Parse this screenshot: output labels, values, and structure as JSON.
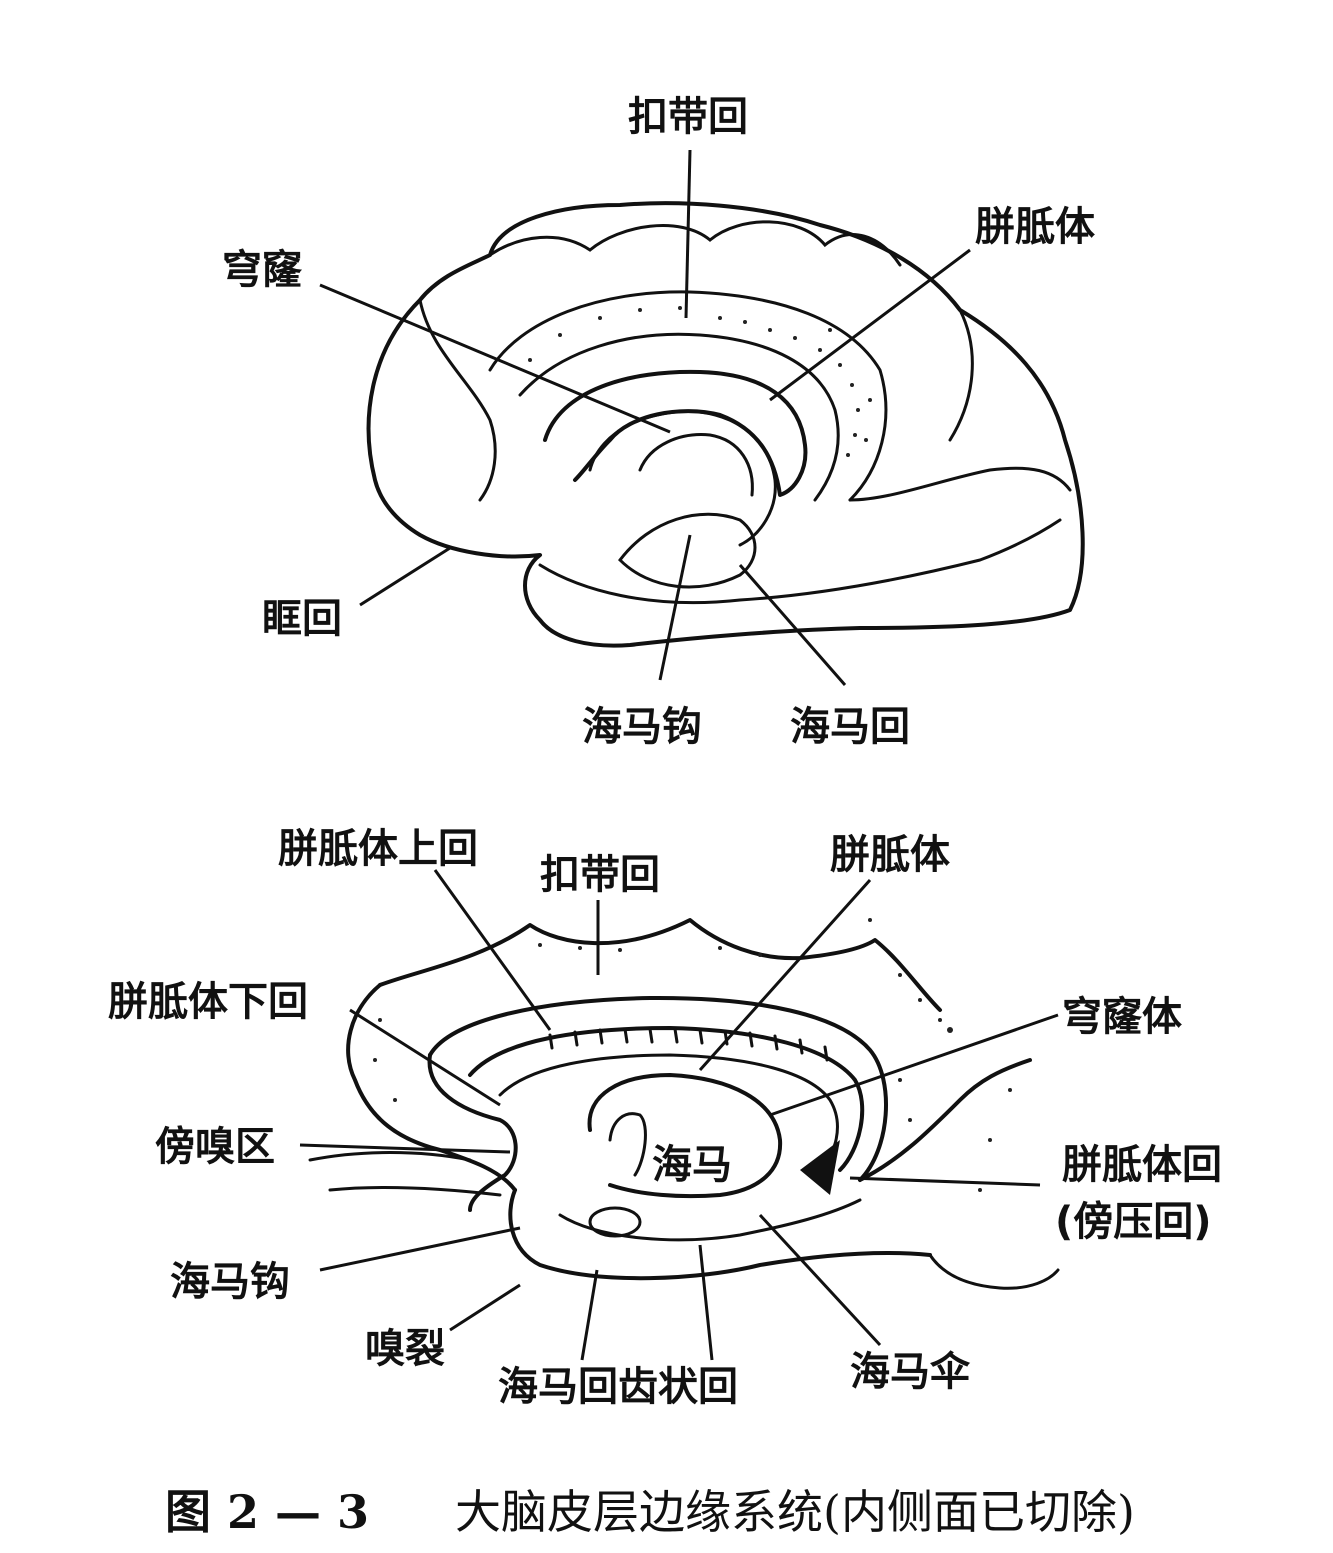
{
  "top_diagram": {
    "labels": {
      "cingulate_gyrus": "扣带回",
      "corpus_callosum": "胼胝体",
      "fornix": "穹窿",
      "orbital_gyrus": "眶回",
      "uncus": "海马钩",
      "parahippocampal_gyrus": "海马回"
    }
  },
  "bottom_diagram": {
    "labels": {
      "supracallosal_gyrus": "胼胝体上回",
      "cingulate_gyrus": "扣带回",
      "corpus_callosum": "胼胝体",
      "subcallosal_gyrus": "胼胝体下回",
      "fornix_body": "穹窿体",
      "paraolfactory_area": "傍嗅区",
      "hippocampus": "海马",
      "callosal_gyrus_line1": "胼胝体回",
      "callosal_gyrus_line2": "(傍压回)",
      "uncus": "海马钩",
      "rhinal_fissure": "嗅裂",
      "parahippocampal_dentate": "海马回齿状回",
      "fimbria": "海马伞"
    }
  },
  "caption": {
    "number": "图 2 — 3",
    "text": "大脑皮层边缘系统(内侧面已切除)"
  }
}
